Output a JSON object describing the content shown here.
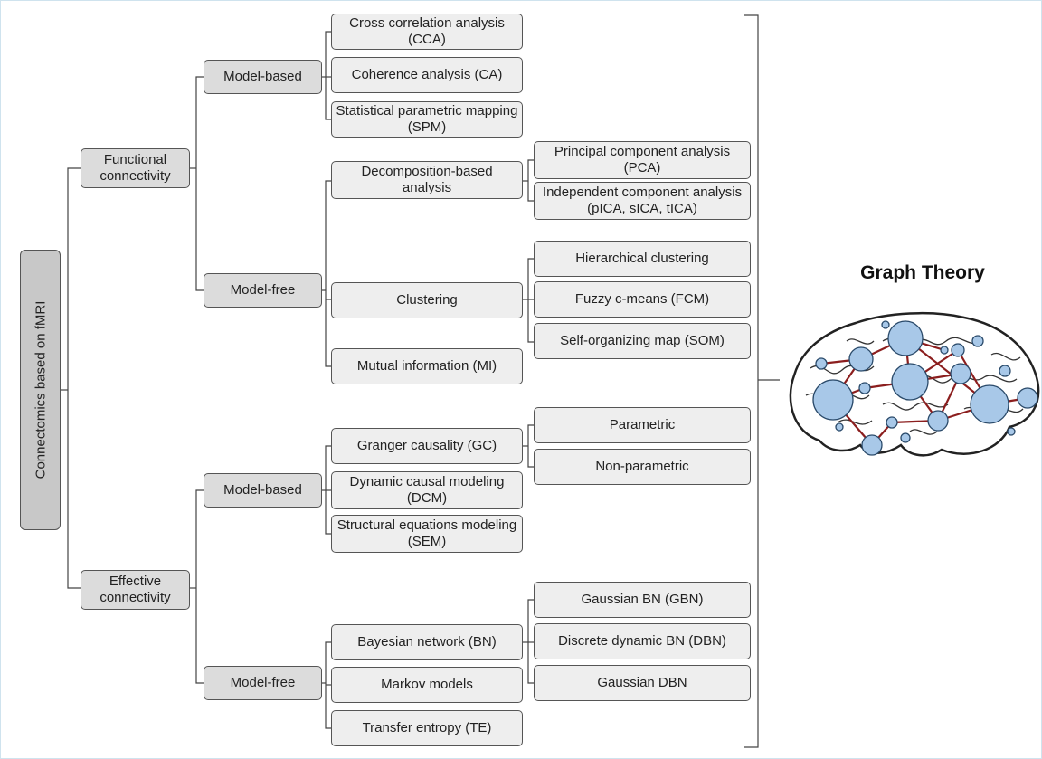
{
  "root": "Connectomics based on fMRI",
  "functional": {
    "label": "Functional connectivity",
    "model_based": {
      "label": "Model-based",
      "methods": [
        "Cross correlation analysis (CCA)",
        "Coherence analysis (CA)",
        "Statistical parametric mapping (SPM)"
      ]
    },
    "model_free": {
      "label": "Model-free",
      "decomposition": {
        "label": "Decomposition-based analysis",
        "children": [
          "Principal component analysis (PCA)",
          "Independent component analysis (pICA, sICA, tICA)"
        ]
      },
      "clustering": {
        "label": "Clustering",
        "children": [
          "Hierarchical clustering",
          "Fuzzy c-means (FCM)",
          "Self-organizing map (SOM)"
        ]
      },
      "mutual_info": "Mutual information (MI)"
    }
  },
  "effective": {
    "label": "Effective connectivity",
    "model_based": {
      "label": "Model-based",
      "granger": {
        "label": "Granger causality (GC)",
        "children": [
          "Parametric",
          "Non-parametric"
        ]
      },
      "dcm": "Dynamic causal modeling (DCM)",
      "sem": "Structural equations modeling (SEM)"
    },
    "model_free": {
      "label": "Model-free",
      "bayesian": {
        "label": "Bayesian network (BN)",
        "children": [
          "Gaussian BN (GBN)",
          "Discrete dynamic BN (DBN)",
          "Gaussian DBN"
        ]
      },
      "markov": "Markov models",
      "te": "Transfer entropy (TE)"
    }
  },
  "graph_theory": "Graph Theory",
  "colors": {
    "node_fill": "#a8c8e8",
    "edge": "#8b1e1e",
    "box": "#eeeeee",
    "mid_box": "#dcdcdc",
    "root_box": "#c8c8c8"
  }
}
